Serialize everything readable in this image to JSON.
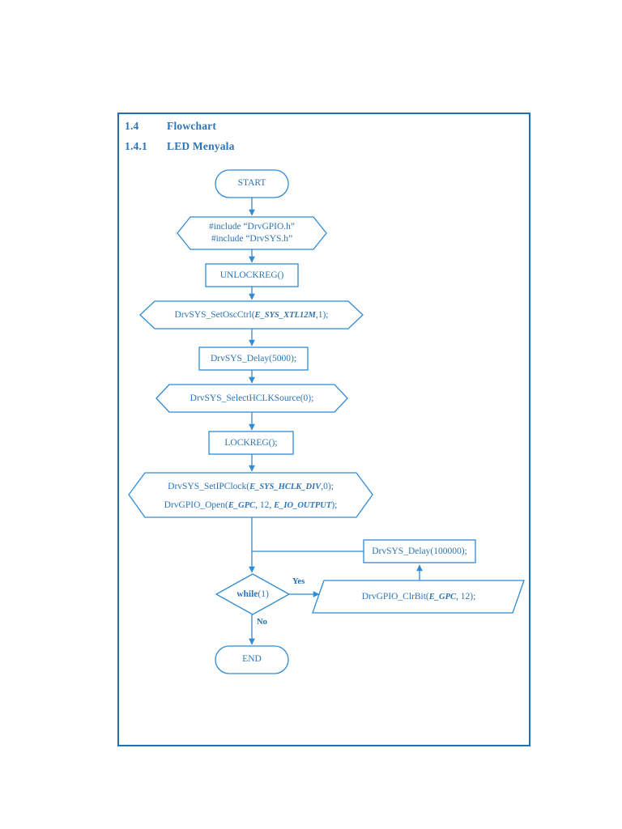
{
  "document": {
    "headings": [
      {
        "number": "1.4",
        "title": "Flowchart"
      },
      {
        "number": "1.4.1",
        "title": "LED Menyala"
      }
    ]
  },
  "colors": {
    "stroke": "#2E8BD6",
    "frame": "#1F6FB5",
    "text": "#2E74B5",
    "heading": "#2E74B5",
    "background": "#FFFFFF"
  },
  "flowchart": {
    "type": "flowchart",
    "title": "LED Menyala",
    "nodes": [
      {
        "id": "start",
        "shape": "terminator",
        "text": "START"
      },
      {
        "id": "includes",
        "shape": "preparation",
        "line1": "#include “DrvGPIO.h”",
        "line2": "#include “DrvSYS.h”"
      },
      {
        "id": "unlockreg",
        "shape": "process",
        "text": "UNLOCKREG()"
      },
      {
        "id": "setoscctrl",
        "shape": "preparation",
        "pre": "DrvSYS_SetOscCtrl(",
        "param": "E_SYS_XTL12M",
        "post": ",1);"
      },
      {
        "id": "delay5000",
        "shape": "process",
        "text": "DrvSYS_Delay(5000);"
      },
      {
        "id": "selecthclk",
        "shape": "preparation",
        "text": "DrvSYS_SelectHCLKSource(0);"
      },
      {
        "id": "lockreg",
        "shape": "process",
        "text": "LOCKREG();"
      },
      {
        "id": "setipclock",
        "shape": "preparation",
        "line1_pre": "DrvSYS_SetIPClock(",
        "line1_param": "E_SYS_HCLK_DIV",
        "line1_post": ",0);",
        "line2_pre": "DrvGPIO_Open(",
        "line2_param1": "E_GPC",
        "line2_mid": ", 12, ",
        "line2_param2": "E_IO_OUTPUT",
        "line2_post": ");"
      },
      {
        "id": "while",
        "shape": "decision",
        "bold": "while",
        "rest": "(1)"
      },
      {
        "id": "clrbit",
        "shape": "data",
        "pre": "DrvGPIO_ClrBit(",
        "param": "E_GPC",
        "post": ", 12);"
      },
      {
        "id": "delay100000",
        "shape": "process",
        "text": "DrvSYS_Delay(100000);"
      },
      {
        "id": "end",
        "shape": "terminator",
        "text": "END"
      }
    ],
    "edges": [
      {
        "from": "start",
        "to": "includes",
        "label": ""
      },
      {
        "from": "includes",
        "to": "unlockreg",
        "label": ""
      },
      {
        "from": "unlockreg",
        "to": "setoscctrl",
        "label": ""
      },
      {
        "from": "setoscctrl",
        "to": "delay5000",
        "label": ""
      },
      {
        "from": "delay5000",
        "to": "selecthclk",
        "label": ""
      },
      {
        "from": "selecthclk",
        "to": "lockreg",
        "label": ""
      },
      {
        "from": "lockreg",
        "to": "setipclock",
        "label": ""
      },
      {
        "from": "setipclock",
        "to": "while",
        "label": ""
      },
      {
        "from": "while",
        "to": "clrbit",
        "label": "Yes"
      },
      {
        "from": "while",
        "to": "end",
        "label": "No"
      },
      {
        "from": "clrbit",
        "to": "delay100000",
        "label": ""
      },
      {
        "from": "delay100000",
        "to": "while",
        "label": ""
      }
    ],
    "edge_labels": {
      "yes": "Yes",
      "no": "No"
    }
  }
}
